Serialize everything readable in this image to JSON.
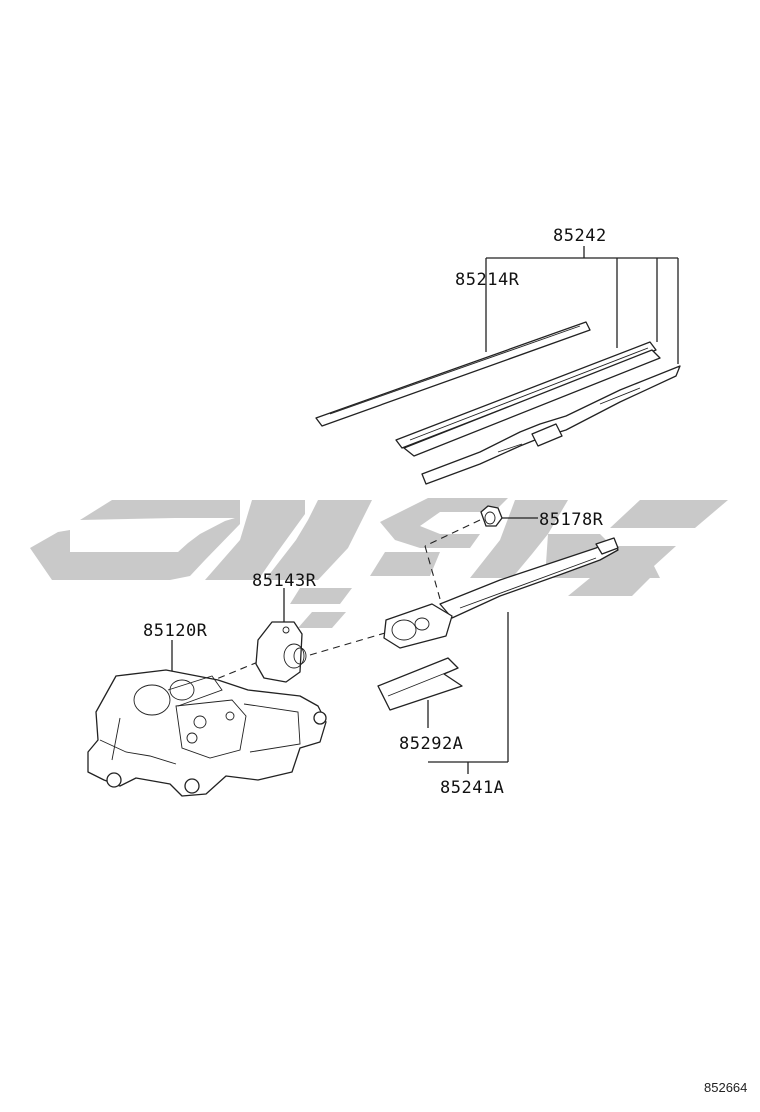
{
  "watermark": {
    "color": "#c8c8c8"
  },
  "parts": [
    {
      "id": "p1",
      "number": "85242"
    },
    {
      "id": "p2",
      "number": "85214R"
    },
    {
      "id": "p3",
      "number": "85178R"
    },
    {
      "id": "p4",
      "number": "85143R"
    },
    {
      "id": "p5",
      "number": "85120R"
    },
    {
      "id": "p6",
      "number": "85292A"
    },
    {
      "id": "p7",
      "number": "85241A"
    }
  ],
  "diagram_ref": "852664"
}
